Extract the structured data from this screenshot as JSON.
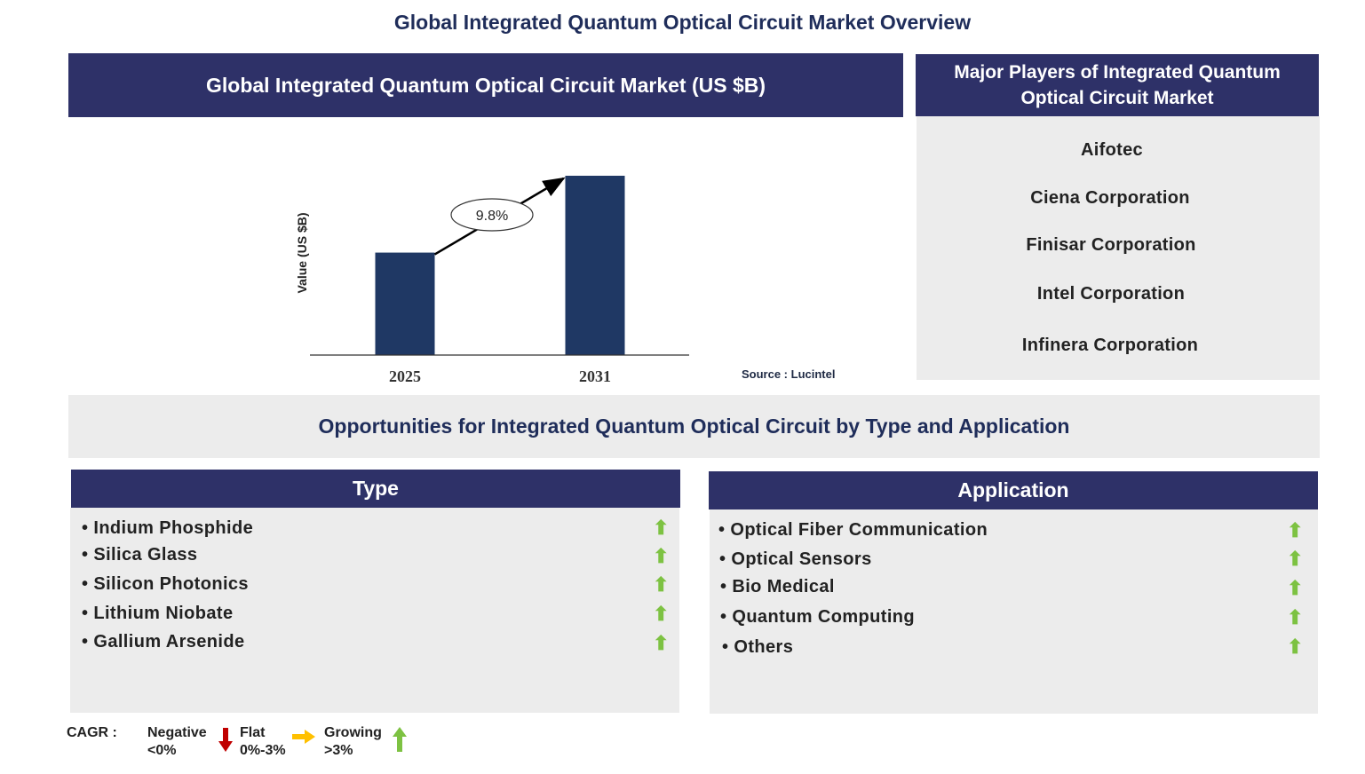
{
  "page_title": "Global Integrated Quantum Optical Circuit Market Overview",
  "chart_panel": {
    "title": "Global Integrated Quantum Optical Circuit Market (US $B)",
    "source": "Source : Lucintel"
  },
  "chart_data": {
    "type": "bar",
    "title": "Global Integrated Quantum Optical Circuit Market (US $B)",
    "categories": [
      "2025",
      "2031"
    ],
    "values": [
      1.0,
      1.75
    ],
    "ylabel": "Value (US $B)",
    "xlabel": "",
    "annotation": "9.8%",
    "bar_color": "#1f3864",
    "grid": false
  },
  "players": {
    "title": "Major Players of Integrated Quantum Optical Circuit Market",
    "items": [
      "Aifotec",
      "Ciena Corporation",
      "Finisar Corporation",
      "Intel Corporation",
      "Infinera Corporation"
    ]
  },
  "opportunities": {
    "title": "Opportunities for Integrated Quantum Optical Circuit by Type and Application"
  },
  "type_panel": {
    "title": "Type",
    "items": [
      {
        "label": "• Indium Phosphide",
        "trend": "up-arrow-icon"
      },
      {
        "label": "• Silica Glass",
        "trend": "up-arrow-icon"
      },
      {
        "label": "• Silicon Photonics",
        "trend": "up-arrow-icon"
      },
      {
        "label": "• Lithium Niobate",
        "trend": "up-arrow-icon"
      },
      {
        "label": "• Gallium Arsenide",
        "trend": "up-arrow-icon"
      }
    ]
  },
  "application_panel": {
    "title": "Application",
    "items": [
      {
        "label": "• Optical Fiber Communication",
        "trend": "up-arrow-icon"
      },
      {
        "label": "• Optical Sensors",
        "trend": "up-arrow-icon"
      },
      {
        "label": "• Bio Medical",
        "trend": "up-arrow-icon"
      },
      {
        "label": "• Quantum Computing",
        "trend": "up-arrow-icon"
      },
      {
        "label": "• Others",
        "trend": "up-arrow-icon"
      }
    ]
  },
  "legend": {
    "label": "CAGR :",
    "negative": {
      "name": "Negative",
      "range": "<0%",
      "color": "#c00000"
    },
    "flat": {
      "name": "Flat",
      "range": "0%-3%",
      "color": "#ffc000"
    },
    "growing": {
      "name": "Growing",
      "range": ">3%",
      "color": "#7dc242"
    }
  },
  "colors": {
    "navy": "#2e3168",
    "bar": "#1f3864",
    "panel_grey": "#ececec",
    "growth_green": "#7dc242"
  }
}
